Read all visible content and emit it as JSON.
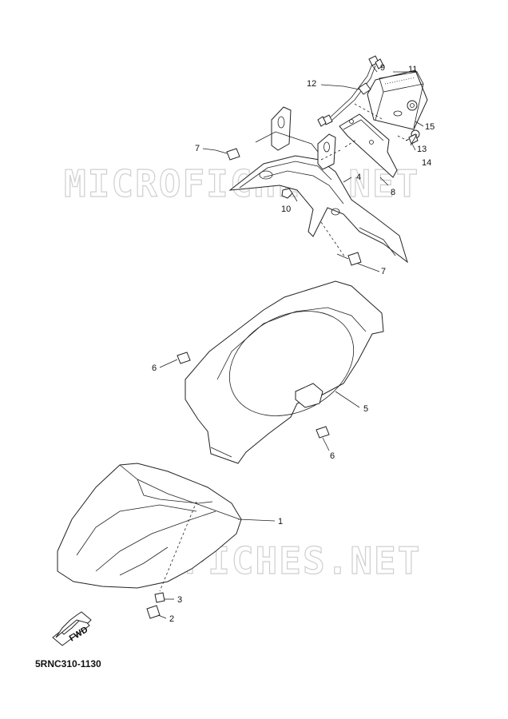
{
  "watermark": "MICROFICHES.NET",
  "diagram_code": "5RNC310-1130",
  "fwd_label": "FWD",
  "callouts": {
    "c1": "1",
    "c2": "2",
    "c3": "3",
    "c4": "4",
    "c5": "5",
    "c6a": "6",
    "c6b": "6",
    "c7a": "7",
    "c7b": "7",
    "c8": "8",
    "c9": "9",
    "c10": "10",
    "c11": "11",
    "c12": "12",
    "c13": "13",
    "c14": "14",
    "c15": "15"
  }
}
